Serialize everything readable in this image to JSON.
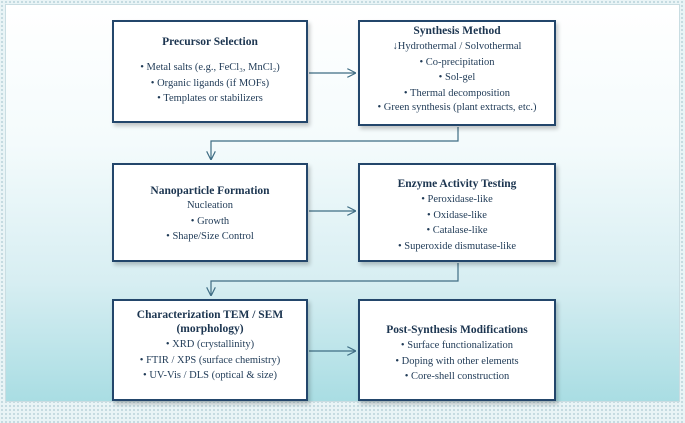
{
  "boxes": {
    "precursor": {
      "title": "Precursor Selection",
      "items": [
        "• Metal salts (e.g., FeCl₃, MnCl₂)",
        "• Organic ligands (if MOFs)",
        "• Templates or stabilizers"
      ]
    },
    "synthesis": {
      "title": "Synthesis Method",
      "items": [
        "↓Hydrothermal / Solvothermal",
        "• Co-precipitation",
        "• Sol-gel",
        "• Thermal decomposition",
        "• Green synthesis (plant extracts, etc.)"
      ]
    },
    "nanoparticle": {
      "title": "Nanoparticle Formation",
      "items": [
        "Nucleation",
        "• Growth",
        "• Shape/Size Control"
      ]
    },
    "enzyme": {
      "title": "Enzyme Activity Testing",
      "items": [
        "• Peroxidase-like",
        "• Oxidase-like",
        "• Catalase-like",
        "• Superoxide dismutase-like"
      ]
    },
    "characterization": {
      "title": "Characterization  TEM / SEM (morphology)",
      "items": [
        "• XRD (crystallinity)",
        "• FTIR / XPS (surface chemistry)",
        "• UV-Vis / DLS (optical & size)"
      ]
    },
    "post": {
      "title": "Post-Synthesis Modifications",
      "items": [
        "• Surface functionalization",
        "• Doping with other elements",
        "• Core-shell construction"
      ]
    }
  },
  "colors": {
    "box_border": "#23466b",
    "text": "#1f3a56",
    "arrow": "#3f6d84"
  }
}
